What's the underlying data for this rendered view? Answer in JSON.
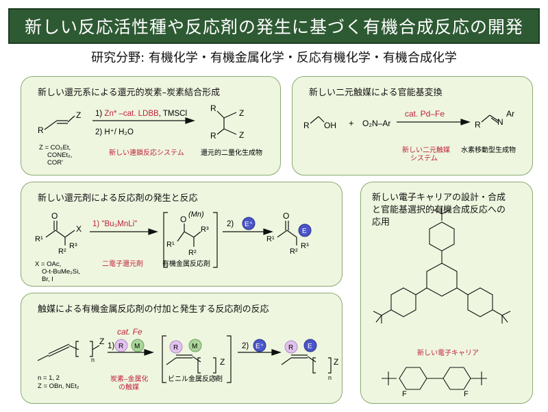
{
  "header": {
    "title": "新しい反応活性種や反応剤の発生に基づく有機合成反応の開発",
    "fields": "研究分野: 有機化学・有機金属化学・反応有機化学・有機合成化学"
  },
  "colors": {
    "title_bg": "#2e5a33",
    "panel_bg": "#eef6df",
    "panel_border": "#8aa870",
    "accent": "#c0203a"
  },
  "panels": {
    "p1": {
      "title": "新しい還元系による還元的炭素–炭素結合形成",
      "step1_prefix": "1) ",
      "step1_red": "Zn* –cat. LDBB",
      ", ": "",
      "step1_rest": ", TMSCl",
      "step2": "2) H⁺/ H₂O",
      "r": "R",
      "z": "Z",
      "z_list": [
        "Z = CO₂Et,",
        "CONEt₂,",
        "COR'"
      ],
      "label_system": "新しい連鎖反応システム",
      "label_product": "還元的二量化生成物"
    },
    "p2": {
      "title": "新しい二元触媒による官能基変換",
      "catalyst": "cat. Pd–Fe",
      "plus": "+",
      "oh": "OH",
      "r": "R",
      "o2n": "O₂N–Ar",
      "n": "N",
      "ar": "Ar",
      "label_catalyst": [
        "新しい二元触媒",
        "システム"
      ],
      "label_product": "水素移動型生成物"
    },
    "p3": {
      "title": "新しい還元剤による反応剤の発生と反応",
      "step1": "1) \"Bu₃MnLi\"",
      "step2": "2)",
      "e": "E",
      "eplus": "E⁺",
      "mn": "(Mn)",
      "r1": "R¹",
      "r2": "R²",
      "r3": "R³",
      "x": "X",
      "o": "O",
      "x_list": [
        "X = OAc,",
        "O-t-BuMe₂Si,",
        "Br, I"
      ],
      "label_reductant": "二電子還元剤",
      "label_reagent": "有機金属反応剤"
    },
    "p4": {
      "title": "触媒による有機金属反応剤の付加と発生する反応剤の反応",
      "catalyst": "cat. Fe",
      "step1": "1)",
      "step2": "2)",
      "r": "R",
      "m": "M",
      "e": "E",
      "eplus": "E⁺",
      "z": "Z",
      "n": "n",
      "n_list": [
        "n = 1, 2",
        "Z = OBn, NEt₂"
      ],
      "label_catalyst": [
        "炭素–金属化",
        "の触媒"
      ],
      "label_reagent": "ビニル金属反応剤"
    },
    "p5": {
      "title": "新しい電子キャリアの設計・合成と官能基選択的有機合成反応への応用",
      "label_carrier": "新しい電子キャリア",
      "f": "F"
    }
  }
}
